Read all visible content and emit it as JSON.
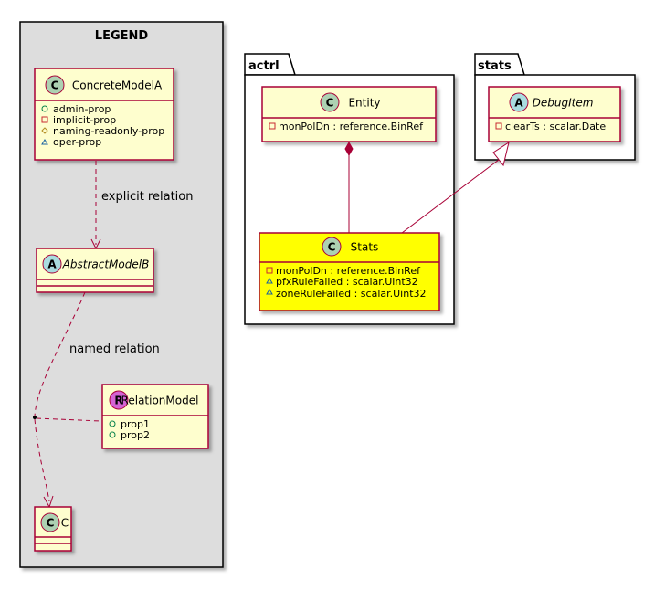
{
  "colors": {
    "class_fill": "#FEFECE",
    "class_border": "#A80036",
    "stats_fill": "#FFFF00",
    "legend_fill": "#DDDDDD",
    "badge_class": "#ADD1B2",
    "badge_abstract": "#A9DCDF",
    "badge_relation": "#D462D4",
    "edge": "#A80036"
  },
  "legend": {
    "title": "LEGEND",
    "concrete": {
      "badge": "C",
      "name": "ConcreteModelA",
      "members": [
        {
          "icon": "public-icon",
          "text": "admin-prop"
        },
        {
          "icon": "private-icon",
          "text": "implicit-prop"
        },
        {
          "icon": "protected-icon",
          "text": "naming-readonly-prop"
        },
        {
          "icon": "package-icon",
          "text": "oper-prop"
        }
      ]
    },
    "abstract": {
      "badge": "A",
      "name": "AbstractModelB"
    },
    "relation": {
      "badge": "R",
      "name": "RelationModel",
      "members": [
        {
          "icon": "public-icon",
          "text": "prop1"
        },
        {
          "icon": "public-icon",
          "text": "prop2"
        }
      ]
    },
    "target": {
      "badge": "C",
      "name": "C"
    },
    "edge_explicit": "explicit relation",
    "edge_named": "named relation"
  },
  "actrl": {
    "name": "actrl",
    "entity": {
      "badge": "C",
      "name": "Entity",
      "members": [
        {
          "icon": "private-icon",
          "text": "monPolDn : reference.BinRef"
        }
      ]
    },
    "stats": {
      "badge": "C",
      "name": "Stats",
      "members": [
        {
          "icon": "private-icon",
          "text": "monPolDn : reference.BinRef"
        },
        {
          "icon": "package-icon",
          "text": "pfxRuleFailed : scalar.Uint32"
        },
        {
          "icon": "package-icon",
          "text": "zoneRuleFailed : scalar.Uint32"
        }
      ]
    }
  },
  "stats_pkg": {
    "name": "stats",
    "debug": {
      "badge": "A",
      "name": "DebugItem",
      "members": [
        {
          "icon": "private-icon",
          "text": "clearTs : scalar.Date"
        }
      ]
    }
  }
}
